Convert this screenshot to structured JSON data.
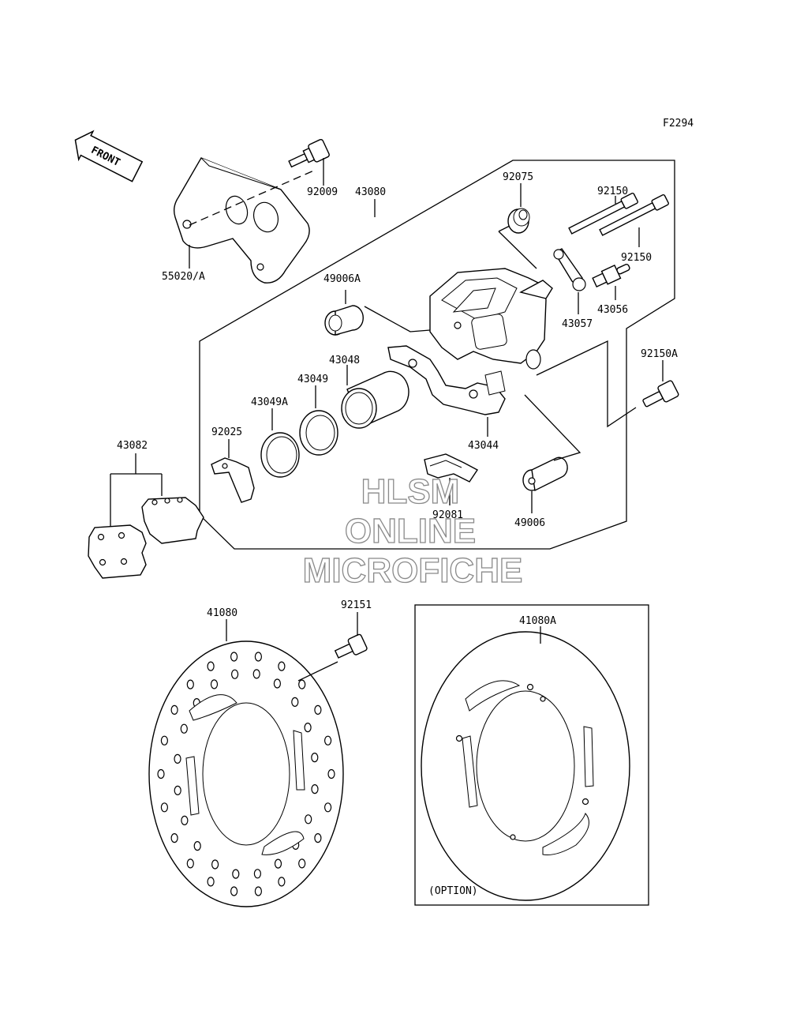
{
  "figure_code": "F2294",
  "front_arrow": "FRONT",
  "option_note": "(OPTION)",
  "watermark": {
    "line1": "HLSM",
    "line2": "ONLINE",
    "line3": "MICROFICHE"
  },
  "parts": {
    "p92009": "92009",
    "p55020a": "55020/A",
    "p43080": "43080",
    "p92075": "92075",
    "p92150_top": "92150",
    "p92150_bottom": "92150",
    "p49006a": "49006A",
    "p43057": "43057",
    "p43056": "43056",
    "p43048": "43048",
    "p43049": "43049",
    "p43049a": "43049A",
    "p92025": "92025",
    "p43044": "43044",
    "p92150a": "92150A",
    "p43082": "43082",
    "p92081": "92081",
    "p49006": "49006",
    "p41080": "41080",
    "p92151": "92151",
    "p41080a": "41080A"
  }
}
